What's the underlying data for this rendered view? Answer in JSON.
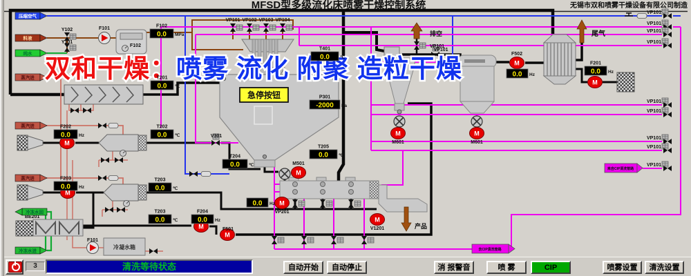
{
  "header": {
    "title": "MFSD型多级流化床喷雾干燥控制系统",
    "company": "无锡市双和喷雾干燥设备有限公司制造"
  },
  "watermark": {
    "red": "双和干燥：",
    "blue": "喷雾 流化 附聚 造粒干燥"
  },
  "inputs": {
    "air": "压缩空气",
    "feed": "料液",
    "water": "纯水",
    "steam": "蒸汽进",
    "chill_return": "冷冻水回",
    "chill_supply": "冷冻水进"
  },
  "displays": {
    "f102": {
      "label": "F102",
      "value": "0.0",
      "unit": "MPa"
    },
    "t201": {
      "label": "T201",
      "value": "0.0",
      "unit": "℃"
    },
    "t401": {
      "label": "T401",
      "value": "0.0",
      "unit": "℃"
    },
    "p301": {
      "label": "P301",
      "value": "-2000",
      "unit": "Pa"
    },
    "t205": {
      "label": "T205",
      "value": "0.0",
      "unit": "℃"
    },
    "t204": {
      "label": "T204",
      "value": "0.0",
      "unit": "℃"
    },
    "t202": {
      "label": "T202",
      "value": "0.0",
      "unit": "℃"
    },
    "f202": {
      "label": "F202",
      "value": "0.0",
      "unit": "Hz"
    },
    "t203a": {
      "label": "T203",
      "value": "0.0",
      "unit": "℃"
    },
    "f203": {
      "label": "F203",
      "value": "0.0",
      "unit": "Hz"
    },
    "t203b": {
      "label": "T203",
      "value": "0.0",
      "unit": "℃"
    },
    "f204": {
      "label": "F204",
      "value": "0.0",
      "unit": "Hz"
    },
    "vp201": {
      "label": "VP201",
      "value": "0.0",
      "unit": "Hz"
    },
    "f502": {
      "label": "F502",
      "value": "0.0",
      "unit": "Hz"
    },
    "f201": {
      "label": "F201",
      "value": "0.0",
      "unit": "Hz"
    }
  },
  "equipment": {
    "y102": "Y102",
    "y101": "Y101",
    "f101": "F101",
    "f102_unit": "F102",
    "vp101": "VP101",
    "vp102": "VP102",
    "vp103": "VP103",
    "vp104": "VP104",
    "v301": "V301",
    "m501": "M501",
    "m601": "M601",
    "vp201": "VP201",
    "v1201": "V1201",
    "f501": "F501",
    "f502": "F502",
    "be201": "BE201",
    "f101b": "F101"
  },
  "annotations": {
    "vent": "排空",
    "tailgas": "尾气",
    "product": "产品",
    "estop": "急停按钮",
    "tank": "冷凝水箱",
    "cip_in": "来自CIP清洗管路",
    "cip_out": "去CIP清洗管路",
    "motor": "M"
  },
  "statusbar": {
    "counter": "3",
    "status": "清洗等待状态",
    "btn_auto_start": "自动开始",
    "btn_auto_stop": "自动停止",
    "btn_mute": "消 报警音",
    "btn_spray": "喷 雾",
    "btn_cip": "CIP",
    "btn_spray_set": "喷雾设置",
    "btn_clean_set": "清洗设置"
  },
  "colors": {
    "magenta": "#ee00ee",
    "pipe": "#111111",
    "blue": "#2233ee",
    "green": "#11aa33",
    "steam": "#cc7266",
    "feed": "#8a4510",
    "status_bg": "#0000a0",
    "status_text": "#00bb22",
    "cip_green": "#00a800",
    "alarm_red": "#dd1111"
  }
}
